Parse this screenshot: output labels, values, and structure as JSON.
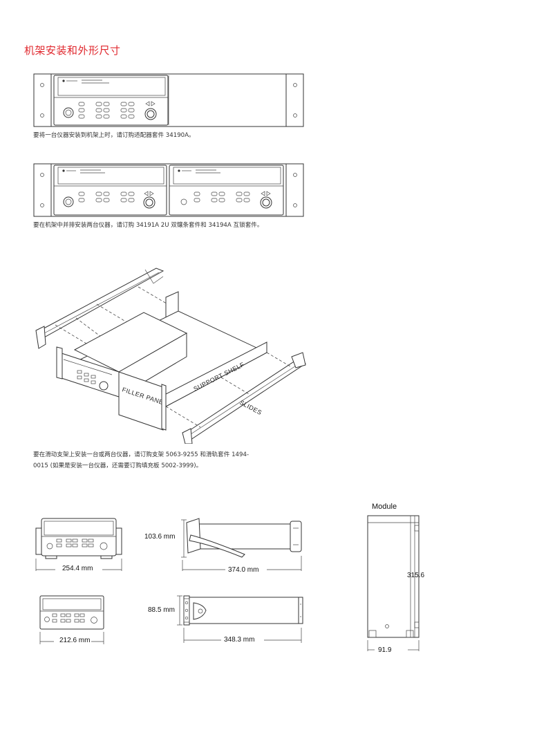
{
  "title": "机架安装和外形尺寸",
  "captions": {
    "single_rack": "要将一台仪器安装到机架上时，请订购适配器套件 34190A。",
    "dual_rack": "要在机架中并排安装两台仪器，请订购 34191A 2U 双镶条套件和 34194A 互锁套件。",
    "shelf_line1": "要在滑动支架上安装一台或两台仪器，请订购支架 5063-9255 和滑轨套件 1494-",
    "shelf_line2": "0015 (如果是安装一台仪器，还需要订购填充板 5002-3999)。"
  },
  "shelf_labels": {
    "support_shelf": "SUPPORT SHELF",
    "slides": "SLIDES",
    "filler_panel": "FILLER PANEL"
  },
  "dimensions": {
    "front_width_handle": "254.4 mm",
    "side_height_handle": "103.6 mm",
    "side_depth_handle": "374.0 mm",
    "front_width": "212.6 mm",
    "side_height": "88.5 mm",
    "side_depth": "348.3 mm",
    "module_title": "Module",
    "module_height": "315.6",
    "module_width": "91.9"
  }
}
